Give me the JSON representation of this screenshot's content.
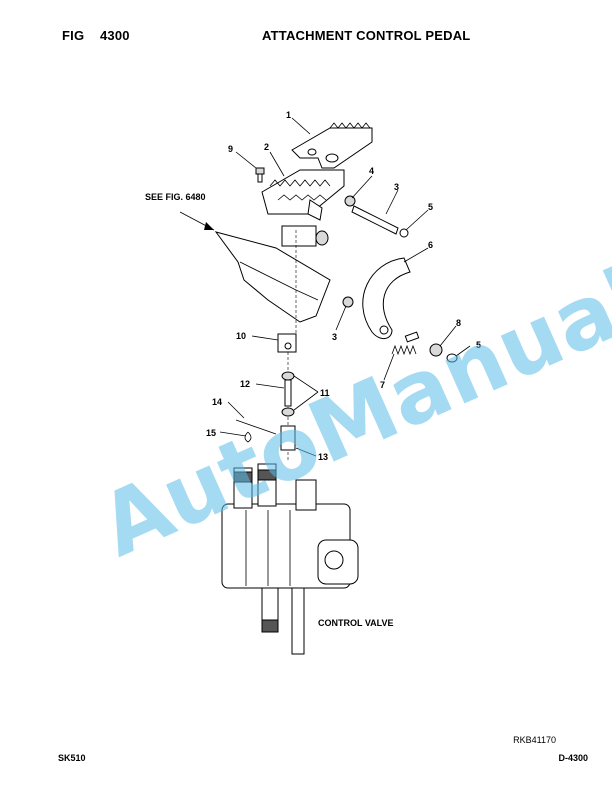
{
  "header": {
    "fig_label": "FIG",
    "fig_number": "4300",
    "title": "ATTACHMENT CONTROL PEDAL"
  },
  "diagram": {
    "see_fig": "SEE FIG. 6480",
    "control_valve_label": "CONTROL VALVE",
    "callouts": {
      "c1": "1",
      "c2": "2",
      "c3a": "3",
      "c3b": "3",
      "c4": "4",
      "c5a": "5",
      "c5b": "5",
      "c6": "6",
      "c7": "7",
      "c8": "8",
      "c9": "9",
      "c10": "10",
      "c11": "11",
      "c12": "12",
      "c13": "13",
      "c14": "14",
      "c15": "15"
    }
  },
  "watermark": "AutoManual",
  "footer": {
    "drawing_code": "RKB41170",
    "model": "SK510",
    "page_code": "D-4300"
  }
}
